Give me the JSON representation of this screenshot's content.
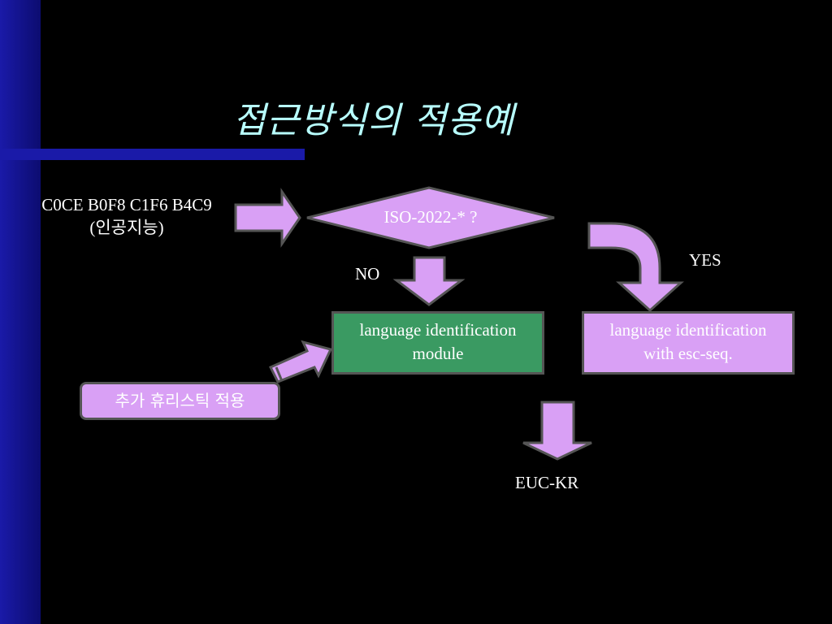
{
  "slide": {
    "title": "접근방식의 적용예"
  },
  "diagram": {
    "input_code": "C0CE B0F8 C1F6 B4C9",
    "input_text": "(인공지능)",
    "decision": "ISO-2022-* ?",
    "no_label": "NO",
    "yes_label": "YES",
    "lang_id_module_line1": "language identification",
    "lang_id_module_line2": "module",
    "lang_id_esc_line1": "language identification",
    "lang_id_esc_line2": "with esc-seq.",
    "heuristic": "추가 휴리스틱 적용",
    "output": "EUC-KR"
  },
  "colors": {
    "background": "#000000",
    "sidebar": "#1a1aa8",
    "title": "#b8ffff",
    "shape_fill": "#d9a0f5",
    "module_fill": "#3a9a62",
    "outline": "#555555"
  }
}
